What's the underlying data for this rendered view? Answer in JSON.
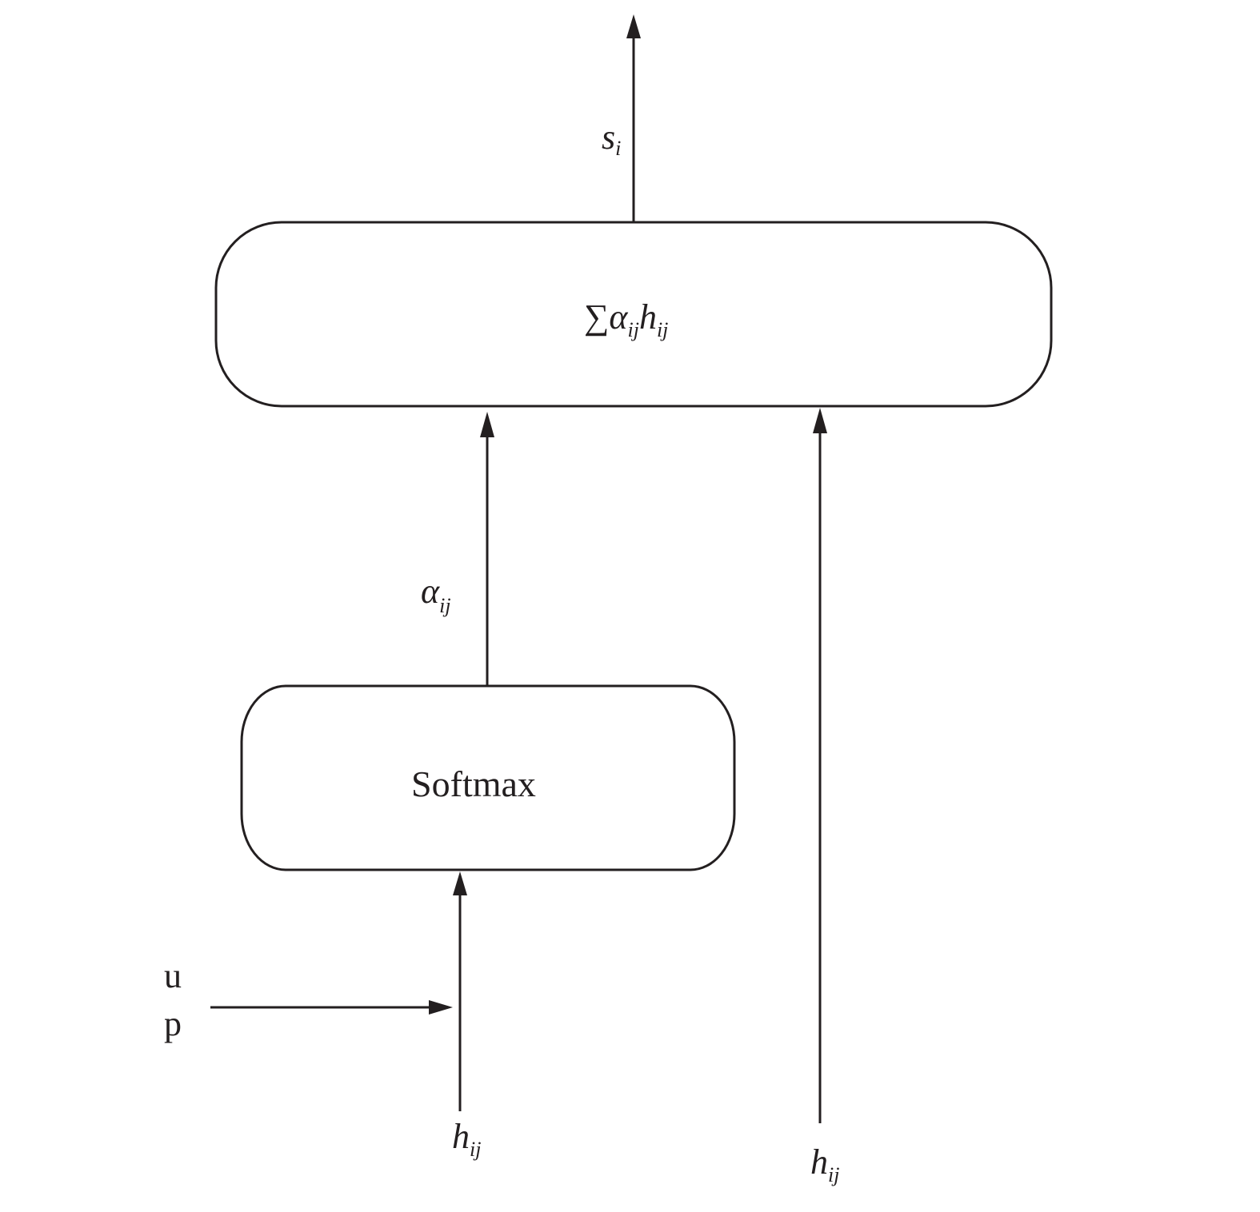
{
  "boxes": {
    "sum": {
      "symbol": "∑",
      "alpha": "α",
      "alpha_sub": "ij",
      "h": "h",
      "h_sub": "ij"
    },
    "softmax": {
      "label": "Softmax"
    }
  },
  "labels": {
    "s": {
      "main": "s",
      "sub": "i"
    },
    "alpha": {
      "main": "α",
      "sub": "ij"
    },
    "h_left": {
      "main": "h",
      "sub": "ij"
    },
    "h_right": {
      "main": "h",
      "sub": "ij"
    },
    "u": "u",
    "p": "p"
  },
  "colors": {
    "ink": "#231f20",
    "background": "#ffffff"
  }
}
